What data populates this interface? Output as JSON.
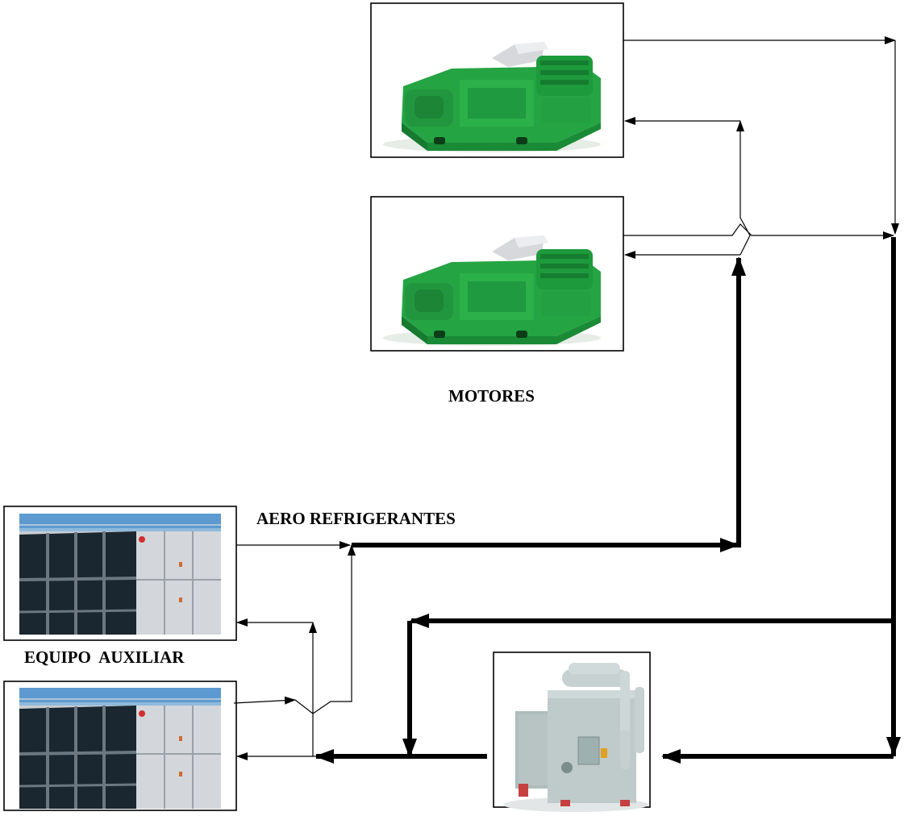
{
  "labels": {
    "motores": "MOTORES",
    "aero_refrigerantes": "AERO REFRIGERANTES",
    "equipo_auxiliar": "EQUIPO  AUXILIAR"
  },
  "components": [
    {
      "id": "motor-1",
      "icon": "gas-engine-generator-icon"
    },
    {
      "id": "motor-2",
      "icon": "gas-engine-generator-icon"
    },
    {
      "id": "aero-1",
      "icon": "cooling-tower-icon"
    },
    {
      "id": "aero-2",
      "icon": "cooling-tower-icon"
    },
    {
      "id": "chiller",
      "icon": "absorption-chiller-icon"
    }
  ],
  "colors": {
    "engine_green": "#1f9a3c",
    "tower_dark": "#1b2730",
    "tower_steel": "#c9ced3",
    "sky": "#4a86c2",
    "chiller_body": "#b9c6c6"
  }
}
